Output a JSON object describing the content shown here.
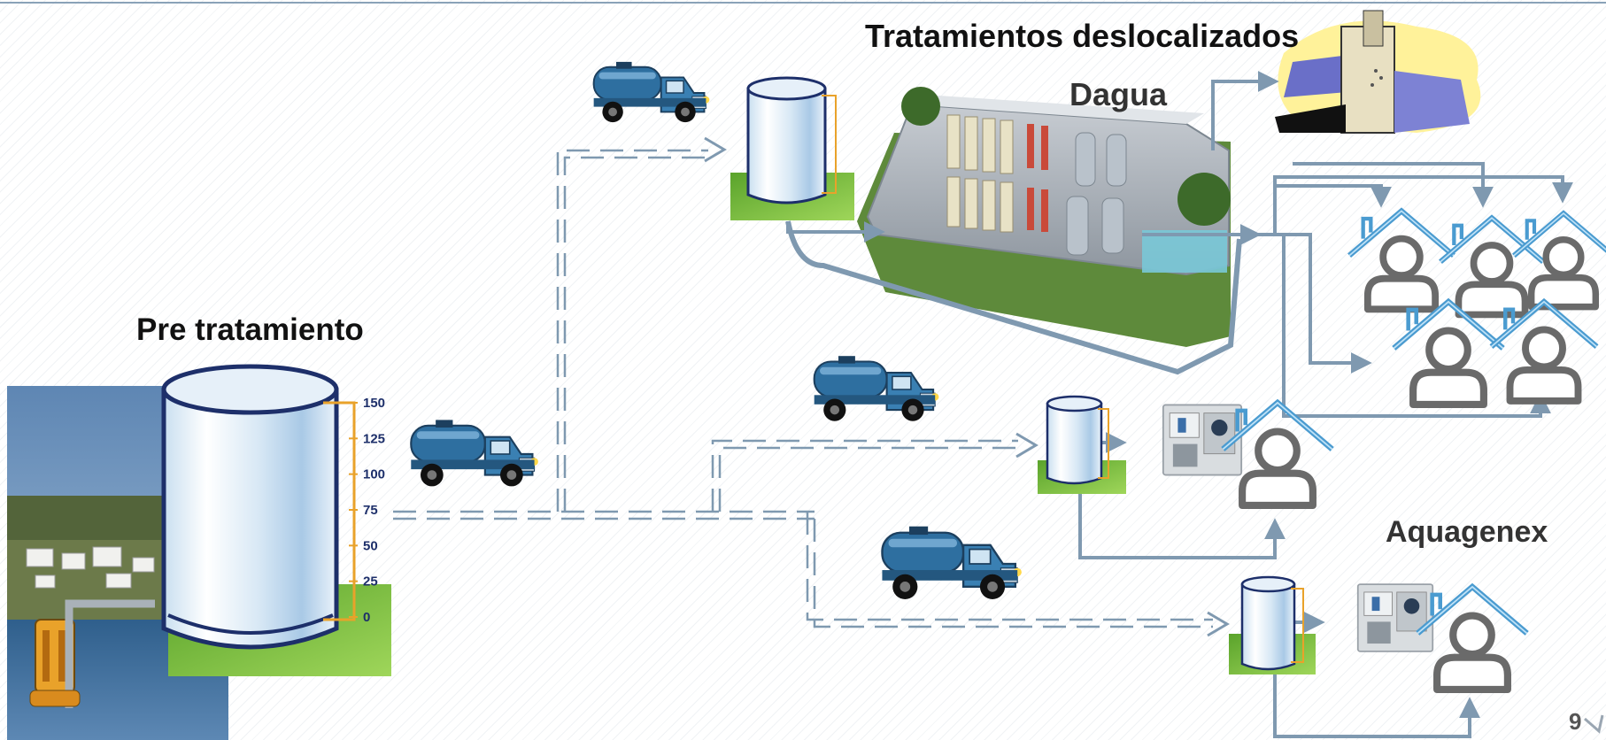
{
  "labels": {
    "title": "Tratamientos deslocalizados",
    "dagua": "Dagua",
    "pre": "Pre tratamiento",
    "aquagenex": "Aquagenex",
    "page_number": "9"
  },
  "tank_scale": [
    "150",
    "125",
    "100",
    "75",
    "50",
    "25",
    "0"
  ],
  "colors": {
    "pipe": "#7f99b0",
    "pipe_dark": "#6a8198",
    "house_roof": "#4a9bd0",
    "person_outline": "#707070",
    "grass": "#7cbf3a",
    "truck": "#2e6fa0",
    "water": "#3a6f9a"
  },
  "icons": [
    "truck-icon",
    "water-tank-icon",
    "treatment-plant-image",
    "house-person-icon",
    "factory-icon",
    "pump-icon",
    "control-panel-icon"
  ]
}
